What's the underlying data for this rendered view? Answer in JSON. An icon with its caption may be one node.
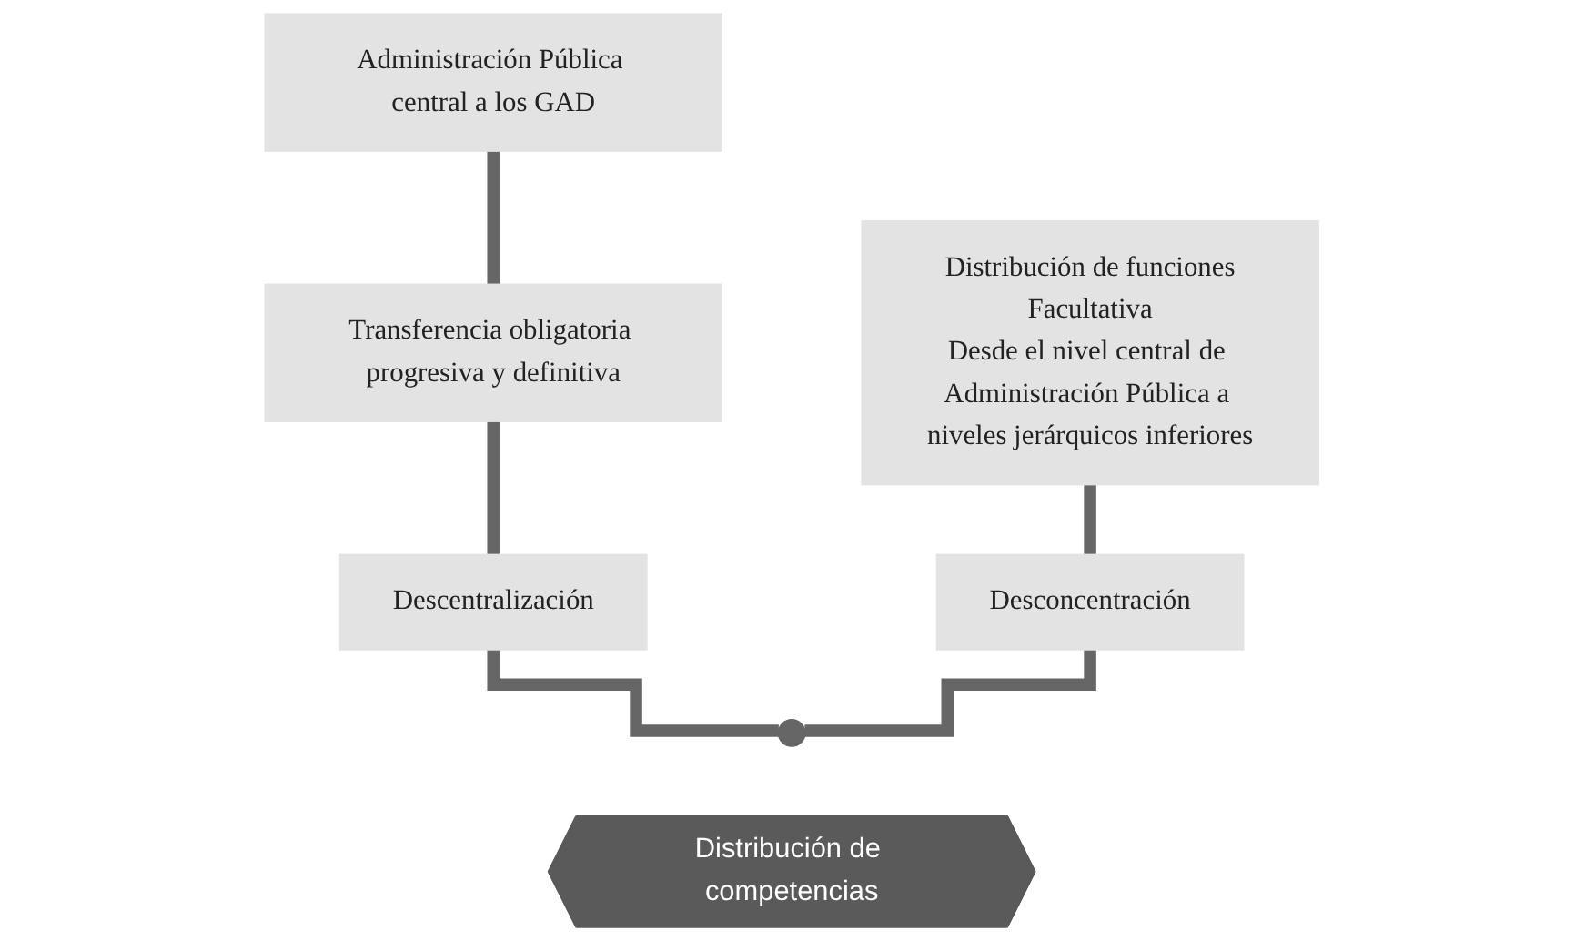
{
  "diagram": {
    "nodes": [
      {
        "text": [
          "Administración Pública central a los GAD"
        ]
      },
      {
        "text": [
          "Transferencia obligatoria progresiva y definitiva"
        ]
      },
      {
        "text": [
          "Descentralización"
        ]
      },
      {
        "text": [
          "Distribución de funciones",
          "Facultativa",
          "Desde el nivel central de Administración Pública a niveles jerárquicos inferiores"
        ]
      },
      {
        "text": [
          "Desconcentración"
        ]
      },
      {
        "text": [],
        "shape": "circle"
      },
      {
        "text": [
          "Distribución de competencias"
        ]
      }
    ],
    "edges": [
      {
        "from": 0,
        "to": 1,
        "arrow": "none"
      },
      {
        "from": 1,
        "to": 2,
        "arrow": "none"
      },
      {
        "from": 3,
        "to": 4,
        "arrow": "none"
      },
      {
        "from": 2,
        "to": 5,
        "arrow": "none"
      },
      {
        "from": 4,
        "to": 5,
        "arrow": "none"
      }
    ]
  }
}
